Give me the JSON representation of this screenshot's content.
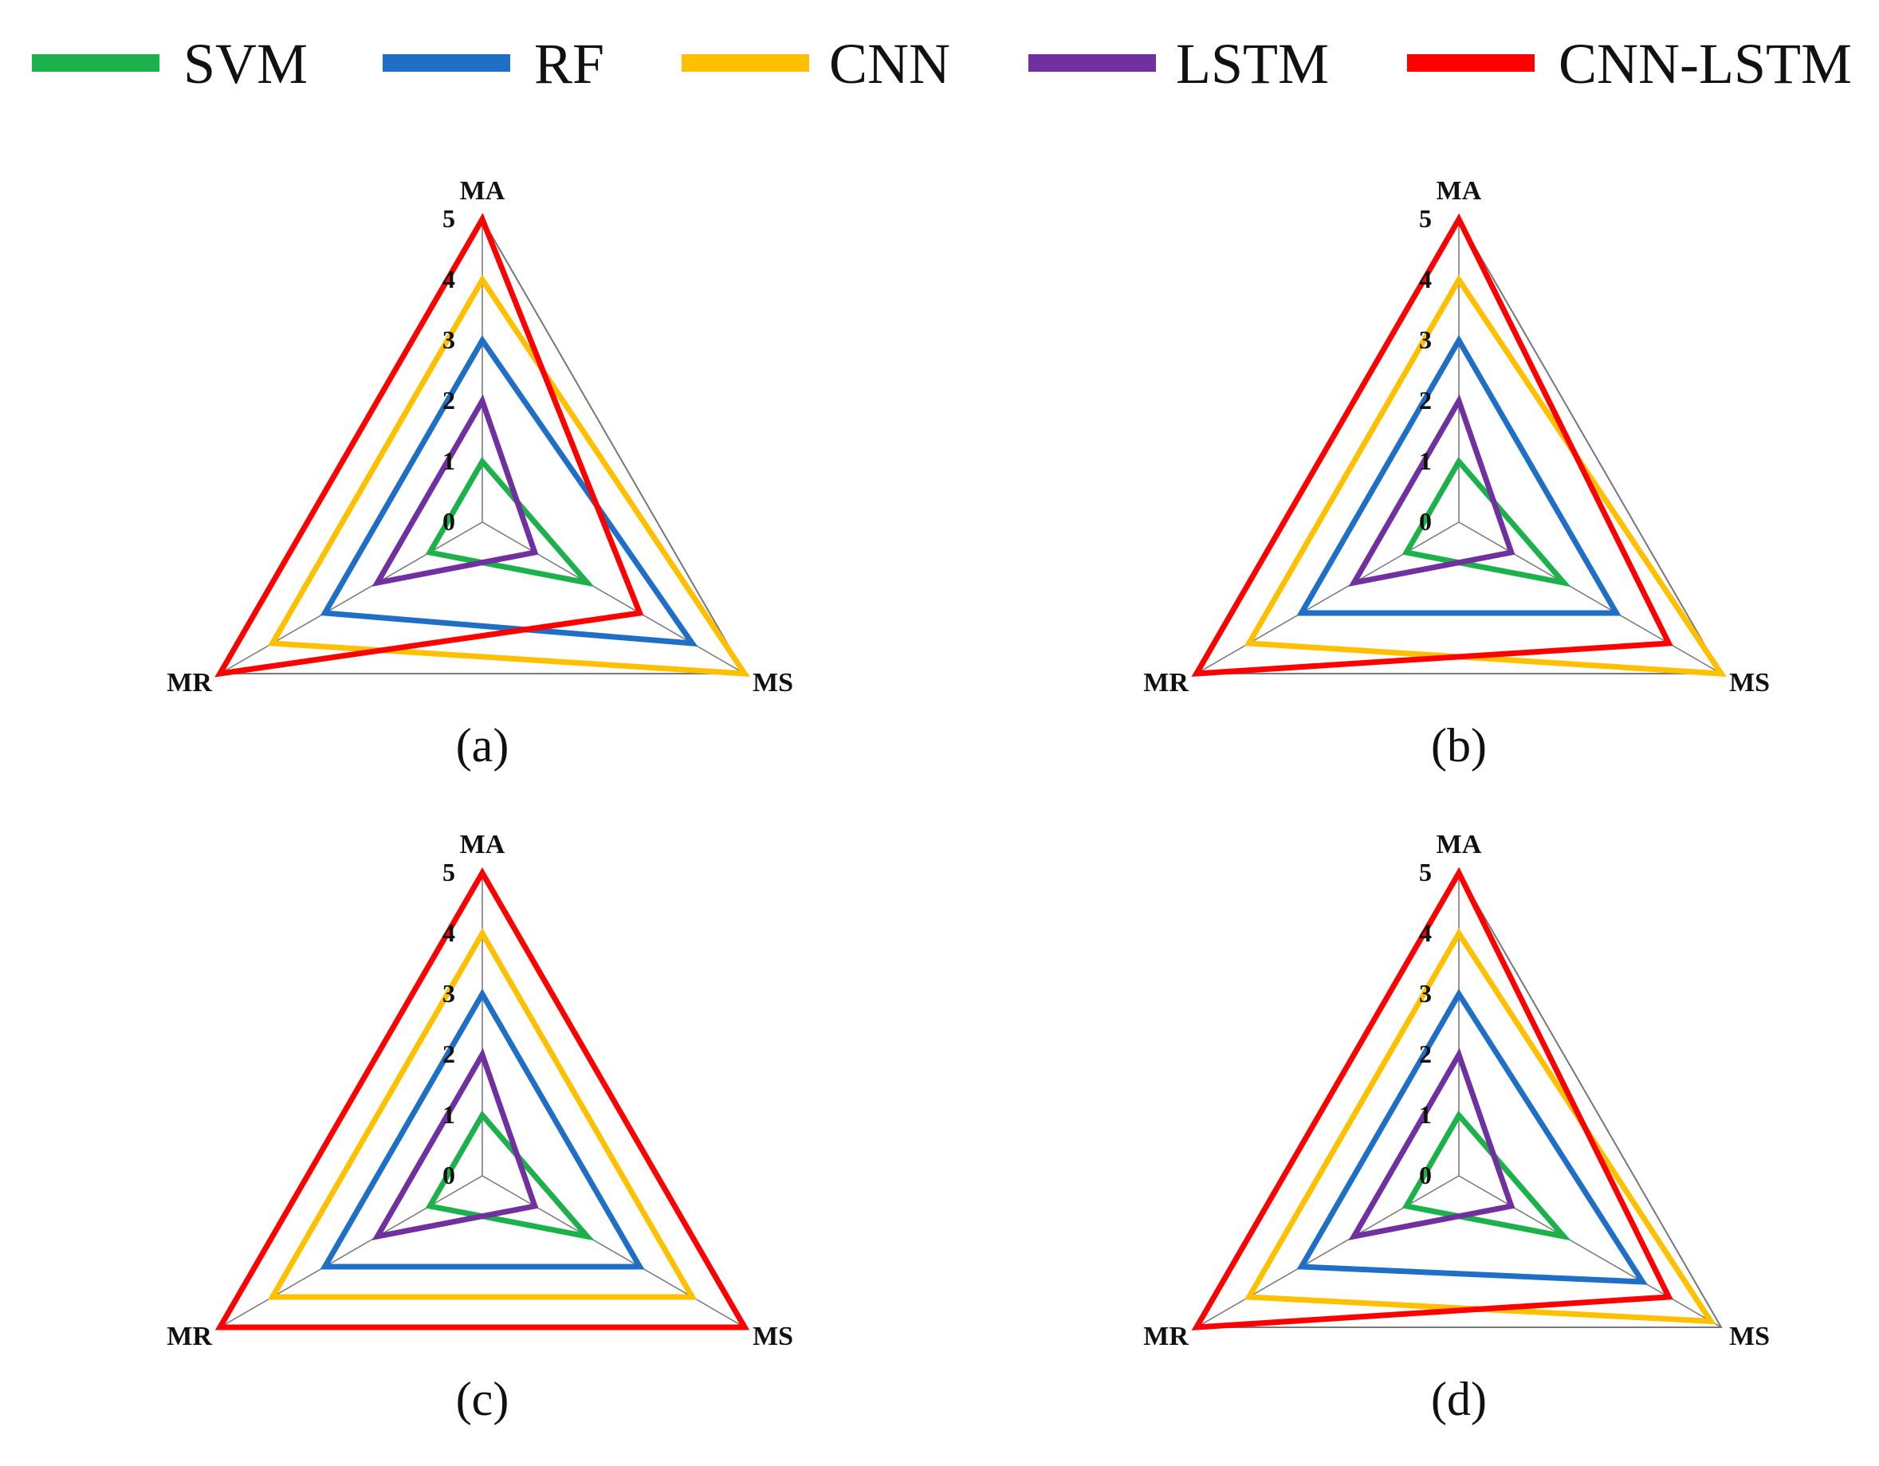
{
  "legend": [
    {
      "name": "SVM",
      "color": "#1db14b"
    },
    {
      "name": "RF",
      "color": "#1f6fc6"
    },
    {
      "name": "CNN",
      "color": "#ffc000"
    },
    {
      "name": "LSTM",
      "color": "#7030a0"
    },
    {
      "name": "CNN-LSTM",
      "color": "#ff0000"
    }
  ],
  "chart_data": [
    {
      "type": "radar",
      "panel_label": "(a)",
      "axes": [
        "MA",
        "MS",
        "MR"
      ],
      "range": [
        0,
        5
      ],
      "ticks": [
        "0",
        "1",
        "2",
        "3",
        "4",
        "5"
      ],
      "series": [
        {
          "name": "SVM",
          "values": [
            1,
            2,
            1
          ]
        },
        {
          "name": "RF",
          "values": [
            3,
            4,
            3
          ]
        },
        {
          "name": "CNN",
          "values": [
            4,
            5,
            4
          ]
        },
        {
          "name": "LSTM",
          "values": [
            2,
            1,
            2
          ]
        },
        {
          "name": "CNN-LSTM",
          "values": [
            5,
            3,
            5
          ]
        }
      ]
    },
    {
      "type": "radar",
      "panel_label": "(b)",
      "axes": [
        "MA",
        "MS",
        "MR"
      ],
      "range": [
        0,
        5
      ],
      "ticks": [
        "0",
        "1",
        "2",
        "3",
        "4",
        "5"
      ],
      "series": [
        {
          "name": "SVM",
          "values": [
            1,
            2,
            1
          ]
        },
        {
          "name": "RF",
          "values": [
            3,
            3,
            3
          ]
        },
        {
          "name": "CNN",
          "values": [
            4,
            5,
            4
          ]
        },
        {
          "name": "LSTM",
          "values": [
            2,
            1,
            2
          ]
        },
        {
          "name": "CNN-LSTM",
          "values": [
            5,
            4,
            5
          ]
        }
      ]
    },
    {
      "type": "radar",
      "panel_label": "(c)",
      "axes": [
        "MA",
        "MS",
        "MR"
      ],
      "range": [
        0,
        5
      ],
      "ticks": [
        "0",
        "1",
        "2",
        "3",
        "4",
        "5"
      ],
      "series": [
        {
          "name": "SVM",
          "values": [
            1,
            2,
            1
          ]
        },
        {
          "name": "RF",
          "values": [
            3,
            3,
            3
          ]
        },
        {
          "name": "CNN",
          "values": [
            4,
            4,
            4
          ]
        },
        {
          "name": "LSTM",
          "values": [
            2,
            1,
            2
          ]
        },
        {
          "name": "CNN-LSTM",
          "values": [
            5,
            5,
            5
          ]
        }
      ]
    },
    {
      "type": "radar",
      "panel_label": "(d)",
      "axes": [
        "MA",
        "MS",
        "MR"
      ],
      "range": [
        0,
        5
      ],
      "ticks": [
        "0",
        "1",
        "2",
        "3",
        "4",
        "5"
      ],
      "series": [
        {
          "name": "SVM",
          "values": [
            1,
            2,
            1
          ]
        },
        {
          "name": "RF",
          "values": [
            3,
            3.5,
            3
          ]
        },
        {
          "name": "CNN",
          "values": [
            4,
            4.8,
            4
          ]
        },
        {
          "name": "LSTM",
          "values": [
            2,
            1,
            2
          ]
        },
        {
          "name": "CNN-LSTM",
          "values": [
            5,
            4,
            5
          ]
        }
      ]
    }
  ]
}
